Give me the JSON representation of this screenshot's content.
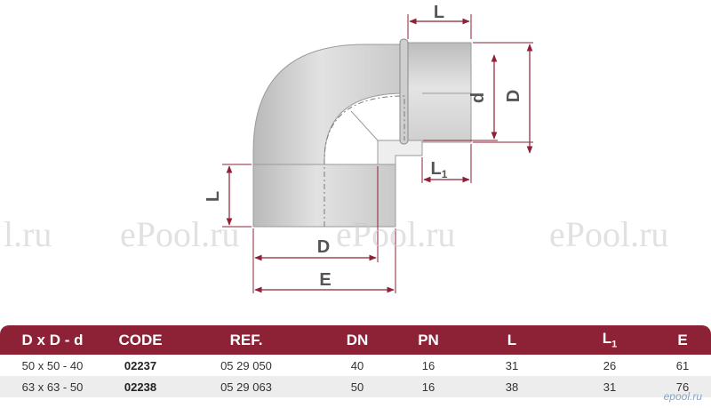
{
  "drawing": {
    "labels": {
      "top_L": "L",
      "d": "d",
      "D_right": "D",
      "L1": "L",
      "L1_sub": "1",
      "left_L": "L",
      "bottom_D": "D",
      "E": "E"
    }
  },
  "watermark": {
    "texts": [
      "l.ru",
      "ePool.ru",
      "ePool.ru",
      "ePool.ru"
    ],
    "corner": "epool.ru"
  },
  "table": {
    "headers": [
      "D x D - d",
      "CODE",
      "REF.",
      "DN",
      "PN",
      "L",
      "L",
      "E"
    ],
    "header_L1_sub": "1",
    "rows": [
      [
        "50 x 50 - 40",
        "02237",
        "05 29 050",
        "40",
        "16",
        "31",
        "26",
        "61"
      ],
      [
        "63 x 63 - 50",
        "02238",
        "05 29 063",
        "50",
        "16",
        "38",
        "31",
        "76"
      ]
    ]
  },
  "colors": {
    "header_bg": "#8d2236",
    "dimension_line": "#8d2236",
    "pipe_fill": "#d9d9d9"
  }
}
